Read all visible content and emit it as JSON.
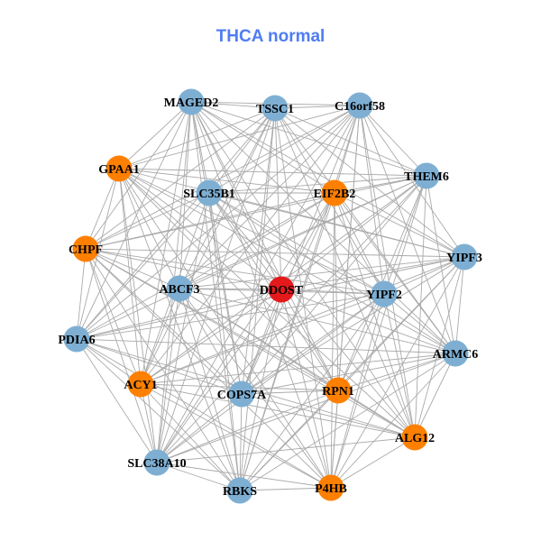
{
  "title": "THCA normal",
  "colors": {
    "title": "#4f7cf2",
    "normal": "#7eafd3",
    "highlight": "#ff8000",
    "center": "#e4191c",
    "edge": "#aaaaaa"
  },
  "nodes": [
    {
      "id": "MAGED2",
      "group": "normal"
    },
    {
      "id": "TSSC1",
      "group": "normal"
    },
    {
      "id": "C16orf58",
      "group": "normal"
    },
    {
      "id": "GPAA1",
      "group": "highlight"
    },
    {
      "id": "SLC35B1",
      "group": "normal"
    },
    {
      "id": "EIF2B2",
      "group": "highlight"
    },
    {
      "id": "THEM6",
      "group": "normal"
    },
    {
      "id": "CHPF",
      "group": "highlight"
    },
    {
      "id": "YIPF3",
      "group": "normal"
    },
    {
      "id": "ABCF3",
      "group": "normal"
    },
    {
      "id": "DDOST",
      "group": "center"
    },
    {
      "id": "YIPF2",
      "group": "normal"
    },
    {
      "id": "PDIA6",
      "group": "normal"
    },
    {
      "id": "ARMC6",
      "group": "normal"
    },
    {
      "id": "ACY1",
      "group": "highlight"
    },
    {
      "id": "COPS7A",
      "group": "normal"
    },
    {
      "id": "RPN1",
      "group": "highlight"
    },
    {
      "id": "ALG12",
      "group": "highlight"
    },
    {
      "id": "SLC38A10",
      "group": "normal"
    },
    {
      "id": "RBKS",
      "group": "normal"
    },
    {
      "id": "P4HB",
      "group": "highlight"
    }
  ],
  "edges": "all-pairs"
}
